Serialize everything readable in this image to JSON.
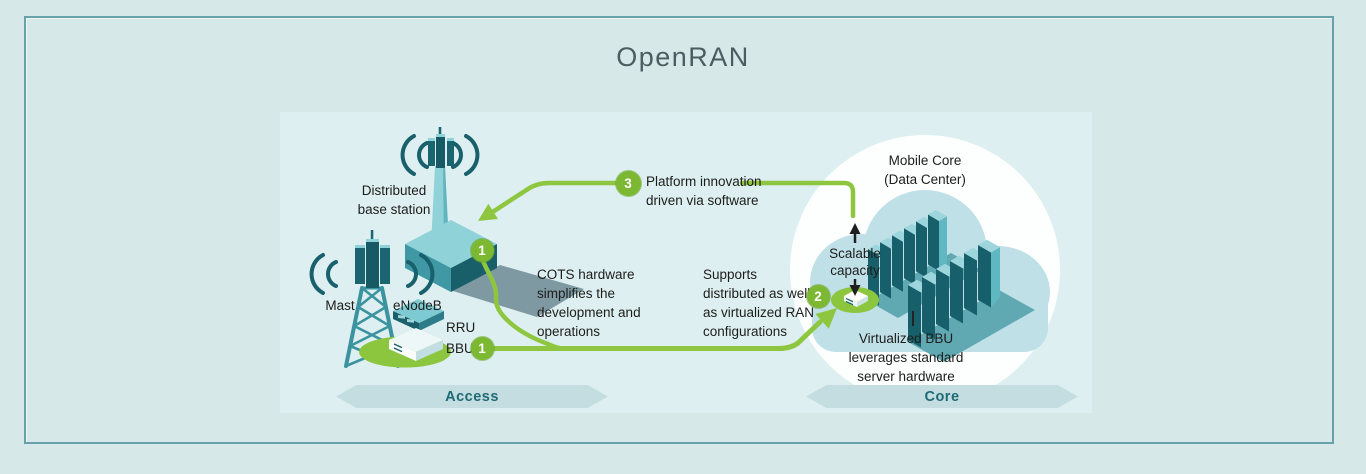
{
  "title": "OpenRAN",
  "access": {
    "section_label": "Access",
    "base_station_lines": [
      "Distributed",
      "base station"
    ],
    "mast_label": "Mast",
    "enodeb_label": "eNodeB",
    "rru_label": "RRU",
    "bbu_label": "BBU"
  },
  "core": {
    "section_label": "Core",
    "mobile_core_line1": "Mobile Core",
    "mobile_core_line2": "(Data Center)",
    "scalable_capacity_lines": [
      "Scalable",
      "capacity"
    ],
    "virtualized_bbu_lines": [
      "Virtualized BBU",
      "leverages standard",
      "server hardware"
    ]
  },
  "callouts": {
    "one": {
      "number": "1",
      "lines": [
        "COTS hardware",
        "simplifies the",
        "development and",
        "operations"
      ]
    },
    "two": {
      "number": "2",
      "lines": [
        "Supports",
        "distributed as well",
        "as virtualized RAN",
        "configurations"
      ]
    },
    "three": {
      "number": "3",
      "lines": [
        "Platform innovation",
        "driven via software"
      ]
    }
  },
  "colors": {
    "background": "#d6e8e8",
    "panel": "#ddeff0",
    "frame_border": "#69a1ab",
    "title_text": "#4b5d61",
    "accent_green": "#8ec63f",
    "badge_green": "#7cb832",
    "teal_dark": "#1a6570",
    "teal_mid": "#3c93a0",
    "teal_light": "#8fd2d8",
    "cloud_blue": "#bfe0e7",
    "shadow_gray": "#7e99a2",
    "banner_fill": "#c3dde0",
    "banner_text": "#1e6a75"
  }
}
